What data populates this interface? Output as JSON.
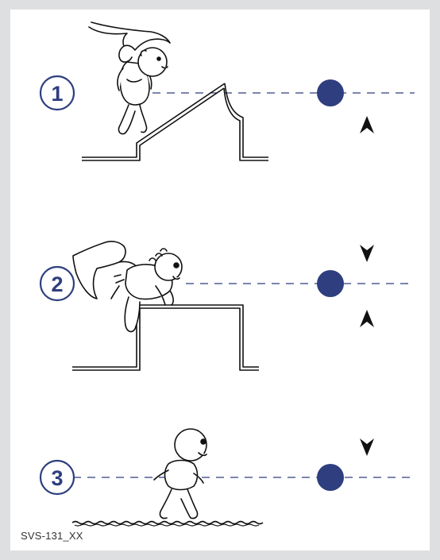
{
  "steps": [
    {
      "number": "1"
    },
    {
      "number": "2"
    },
    {
      "number": "3"
    }
  ],
  "figure_code": "SVS-131_XX",
  "colors": {
    "page_background": "#dedfe1",
    "panel_background": "#ffffff",
    "accent": "#2e3e7e",
    "line": "#111111",
    "arrow_light": "#c9c9c9",
    "arrow_dark": "#111111"
  }
}
